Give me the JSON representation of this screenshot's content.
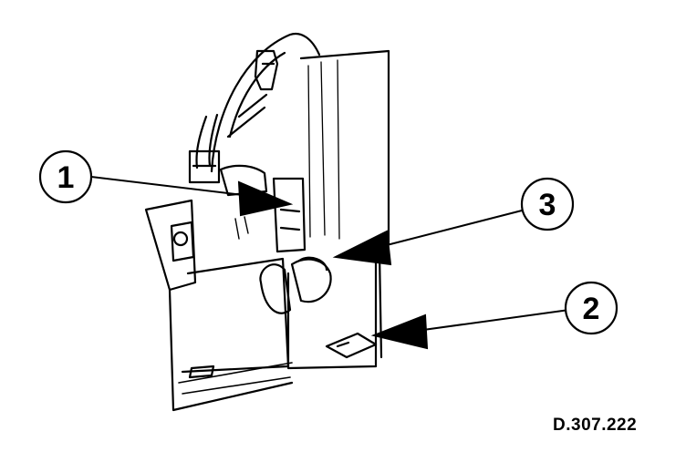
{
  "callouts": [
    {
      "id": "1",
      "label": "1"
    },
    {
      "id": "2",
      "label": "2"
    },
    {
      "id": "3",
      "label": "3"
    }
  ],
  "figure_code": "D.307.222"
}
